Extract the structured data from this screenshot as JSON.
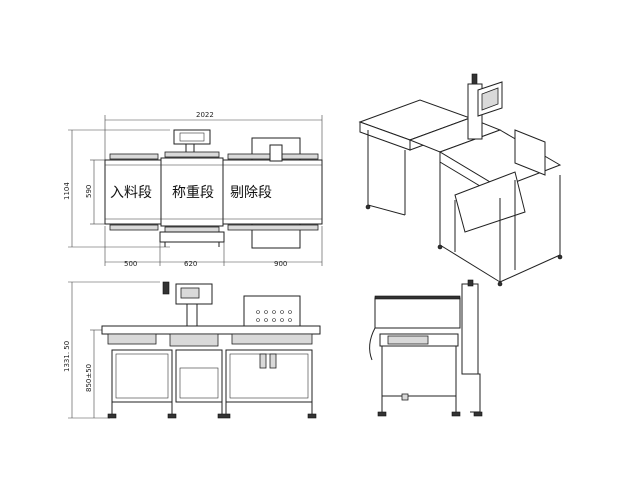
{
  "top_view": {
    "dim_total_width": "2022",
    "dim_total_height": "1104",
    "dim_belt_height": "590",
    "dim_infeed": "500",
    "dim_weigh": "620",
    "dim_reject": "900",
    "seg_infeed": "入料段",
    "seg_weigh": "称重段",
    "seg_reject": "剔除段"
  },
  "front_view": {
    "dim_total_height": "1331. 50",
    "dim_belt_height": "850±50"
  }
}
